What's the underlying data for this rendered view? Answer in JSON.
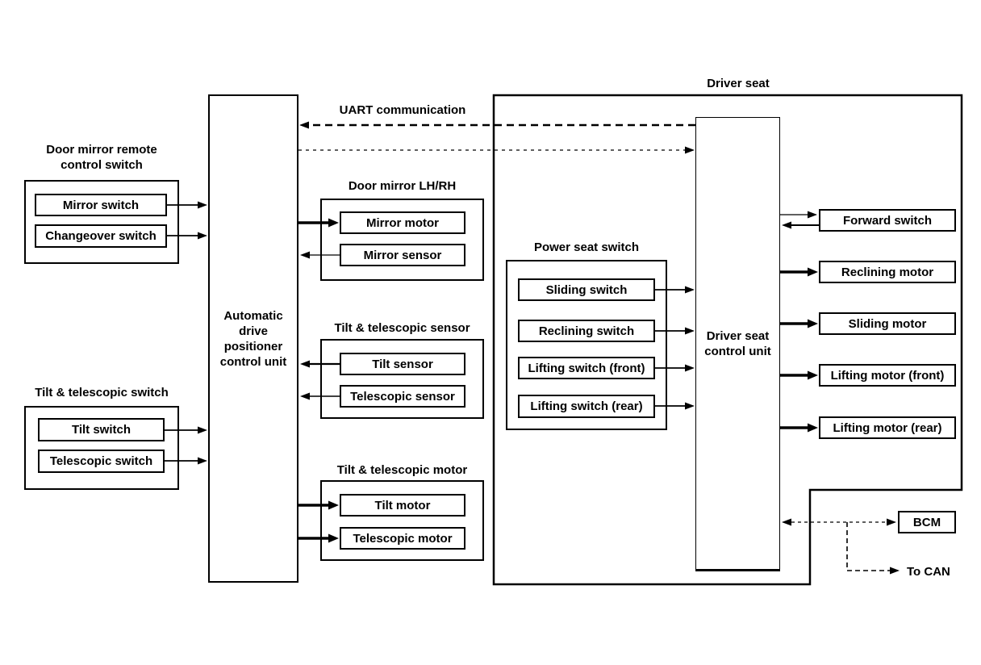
{
  "labels": {
    "uart": "UART communication",
    "driver_seat": "Driver seat",
    "to_can": "To CAN"
  },
  "adp_unit": {
    "label": "Automatic drive positioner control unit"
  },
  "driver_seat_control_unit": {
    "label": "Driver seat control unit"
  },
  "groups": {
    "door_mirror_remote": {
      "title": "Door mirror remote control switch",
      "items": [
        "Mirror switch",
        "Changeover switch"
      ]
    },
    "tilt_telescopic_switch": {
      "title": "Tilt & telescopic switch",
      "items": [
        "Tilt switch",
        "Telescopic switch"
      ]
    },
    "door_mirror_lhrh": {
      "title": "Door mirror LH/RH",
      "items": [
        "Mirror motor",
        "Mirror sensor"
      ]
    },
    "tilt_telescopic_sensor": {
      "title": "Tilt & telescopic sensor",
      "items": [
        "Tilt sensor",
        "Telescopic sensor"
      ]
    },
    "tilt_telescopic_motor": {
      "title": "Tilt & telescopic motor",
      "items": [
        "Tilt motor",
        "Telescopic motor"
      ]
    },
    "power_seat_switch": {
      "title": "Power seat switch",
      "items": [
        "Sliding switch",
        "Reclining switch",
        "Lifting switch (front)",
        "Lifting switch (rear)"
      ]
    }
  },
  "seat_devices": [
    "Forward switch",
    "Reclining motor",
    "Sliding motor",
    "Lifting motor (front)",
    "Lifting motor (rear)"
  ],
  "bcm": {
    "label": "BCM"
  },
  "colors": {
    "line": "#000000",
    "background": "#ffffff"
  }
}
